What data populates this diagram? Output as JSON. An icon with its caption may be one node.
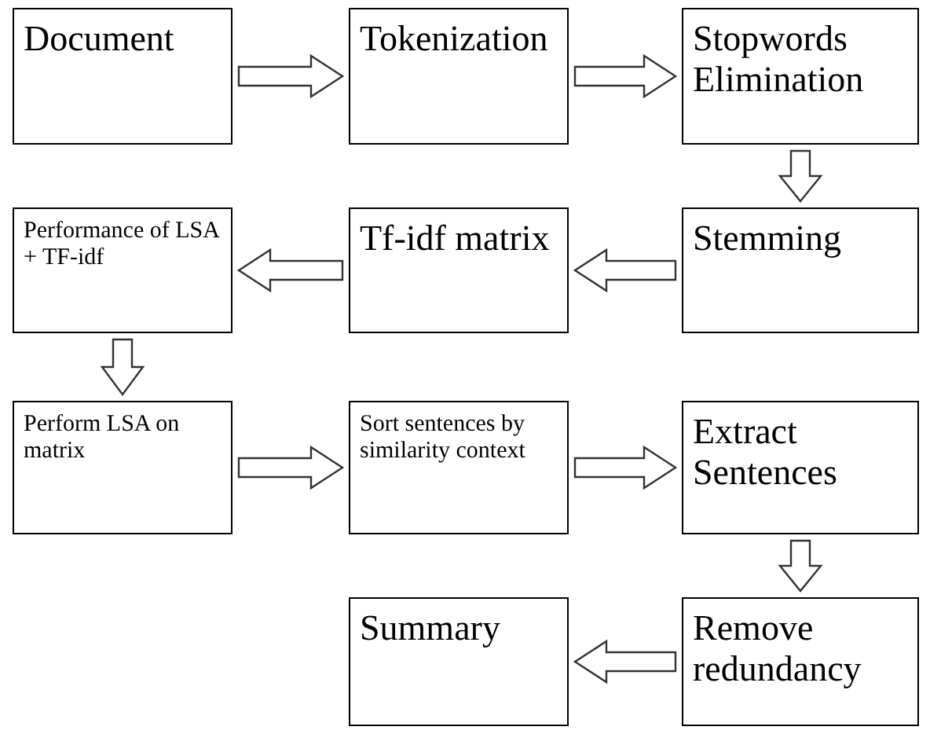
{
  "diagram": {
    "nodes": [
      {
        "text": [
          "Document"
        ]
      },
      {
        "text": [
          "Tokenization"
        ]
      },
      {
        "text": [
          "Stopwords Elimination"
        ]
      },
      {
        "text": [
          "Stemming"
        ]
      },
      {
        "text": [
          "Tf-idf matrix"
        ]
      },
      {
        "text": [
          "Performance of LSA + TF-idf"
        ]
      },
      {
        "text": [
          "Perform LSA on matrix"
        ]
      },
      {
        "text": [
          "Sort sentences by similarity context"
        ]
      },
      {
        "text": [
          "Extract Sentences"
        ]
      },
      {
        "text": [
          "Remove redundancy"
        ]
      },
      {
        "text": [
          "Summary"
        ]
      }
    ],
    "edges": [
      {
        "from": 0,
        "to": 1,
        "arrow": "to"
      },
      {
        "from": 1,
        "to": 2,
        "arrow": "to"
      },
      {
        "from": 2,
        "to": 3,
        "arrow": "to"
      },
      {
        "from": 3,
        "to": 4,
        "arrow": "to"
      },
      {
        "from": 4,
        "to": 5,
        "arrow": "to"
      },
      {
        "from": 5,
        "to": 6,
        "arrow": "to"
      },
      {
        "from": 6,
        "to": 7,
        "arrow": "to"
      },
      {
        "from": 7,
        "to": 8,
        "arrow": "to"
      },
      {
        "from": 8,
        "to": 9,
        "arrow": "to"
      },
      {
        "from": 9,
        "to": 10,
        "arrow": "to"
      }
    ]
  }
}
